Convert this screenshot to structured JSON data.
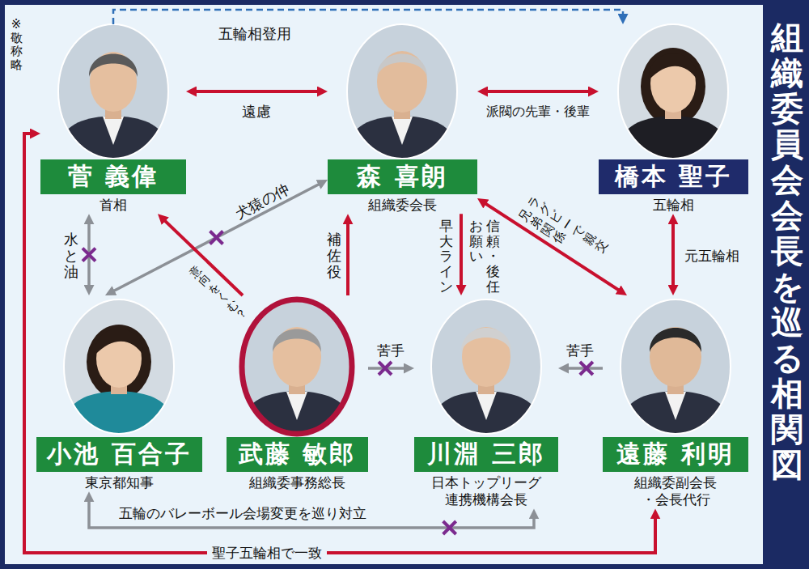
{
  "diagram": {
    "title": "組織委員会会長を巡る相関図",
    "nodes": [
      {
        "text": [
          "菅 義偉",
          "首相"
        ]
      },
      {
        "text": [
          "森 喜朗",
          "組織委会長"
        ]
      },
      {
        "text": [
          "橋本 聖子",
          "五輪相"
        ]
      },
      {
        "text": [
          "小池 百合子",
          "東京都知事"
        ]
      },
      {
        "text": [
          "武藤 敏郎",
          "組織委事務総長"
        ]
      },
      {
        "text": [
          "川淵 三郎",
          "日本トップリーグ 連携機構会長"
        ]
      },
      {
        "text": [
          "遠藤 利明",
          "組織委副会長 ・会長代行"
        ]
      }
    ],
    "edges": [
      {
        "from": 0,
        "to": 2,
        "arrow": "to",
        "label": "五輪相登用"
      },
      {
        "from": 0,
        "to": 1,
        "arrow": "both",
        "label": "遠慮"
      },
      {
        "from": 1,
        "to": 2,
        "arrow": "both",
        "label": "派閥の先輩・後輩"
      },
      {
        "from": 0,
        "to": 3,
        "arrow": "both",
        "label": "水と油"
      },
      {
        "from": 1,
        "to": 3,
        "arrow": "both",
        "label": "犬猿の仲"
      },
      {
        "from": 4,
        "to": 0,
        "arrow": "to",
        "label": "意向をくむ？"
      },
      {
        "from": 4,
        "to": 1,
        "arrow": "to",
        "label": "補佐役"
      },
      {
        "from": 1,
        "to": 5,
        "arrow": "to",
        "label": "信頼・後任 お願い"
      },
      {
        "from": 1,
        "to": 6,
        "arrow": "both",
        "label": "ラグビーで親交 兄弟関係"
      },
      {
        "from": 2,
        "to": 6,
        "arrow": "both",
        "label": "元五輪相"
      },
      {
        "from": 4,
        "to": 5,
        "arrow": "to",
        "label": "苦手"
      },
      {
        "from": 6,
        "to": 5,
        "arrow": "to",
        "label": "苦手"
      },
      {
        "from": 3,
        "to": 5,
        "arrow": "both",
        "label": "五輪のバレーボール会場変更を巡り対立"
      },
      {
        "from": 0,
        "to": 6,
        "arrow": "both",
        "label": "聖子五輪相で一致"
      }
    ],
    "labels": [
      "※敬称略",
      "早大 ライン"
    ]
  }
}
